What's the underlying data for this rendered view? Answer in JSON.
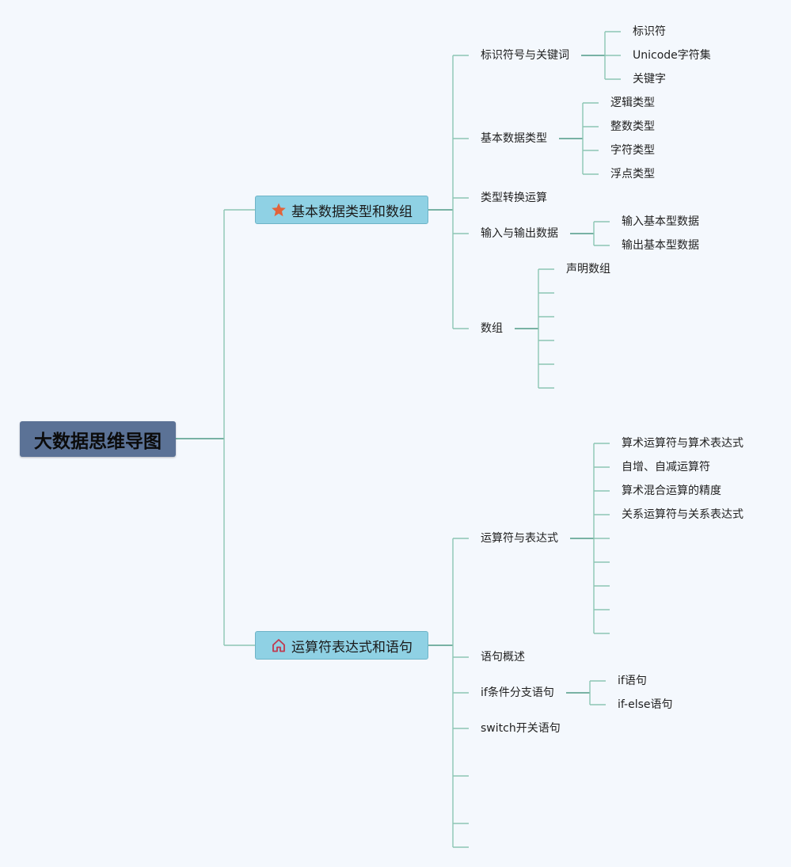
{
  "root": "大数据思维导图",
  "branches": [
    {
      "label": "基本数据类型和数组",
      "icon": "star-icon",
      "icon_color": "#e2633a",
      "children": [
        {
          "label": "标识符号与关键词",
          "children": [
            "标识符",
            "Unicode字符集",
            "关键字"
          ]
        },
        {
          "label": "基本数据类型",
          "children": [
            "逻辑类型",
            "整数类型",
            "字符类型",
            "浮点类型"
          ]
        },
        {
          "label": "类型转换运算",
          "children": []
        },
        {
          "label": "输入与输出数据",
          "children": [
            "输入基本型数据",
            "输出基本型数据"
          ]
        },
        {
          "label": "数组",
          "children": [
            "声明数组",
            "",
            "",
            "",
            "",
            ""
          ]
        }
      ]
    },
    {
      "label": "运算符表达式和语句",
      "icon": "home-icon",
      "icon_color": "#c0394f",
      "children": [
        {
          "label": "运算符与表达式",
          "children": [
            "算术运算符与算术表达式",
            "自增、自减运算符",
            "算术混合运算的精度",
            "关系运算符与关系表达式",
            "",
            "",
            "",
            "",
            ""
          ]
        },
        {
          "label": "语句概述",
          "children": []
        },
        {
          "label": "if条件分支语句",
          "children": [
            "if语句",
            "if-else语句"
          ]
        },
        {
          "label": "switch开关语句",
          "children": []
        },
        {
          "label": "",
          "children": []
        },
        {
          "label": "",
          "children": []
        },
        {
          "label": "",
          "children": []
        }
      ]
    }
  ],
  "colors": {
    "background": "#f4f8fd",
    "root_fill": "#5b7296",
    "branch_fill": "#8fd1e4",
    "line_main": "#4e9a87",
    "line_light": "#8cc6b3"
  }
}
